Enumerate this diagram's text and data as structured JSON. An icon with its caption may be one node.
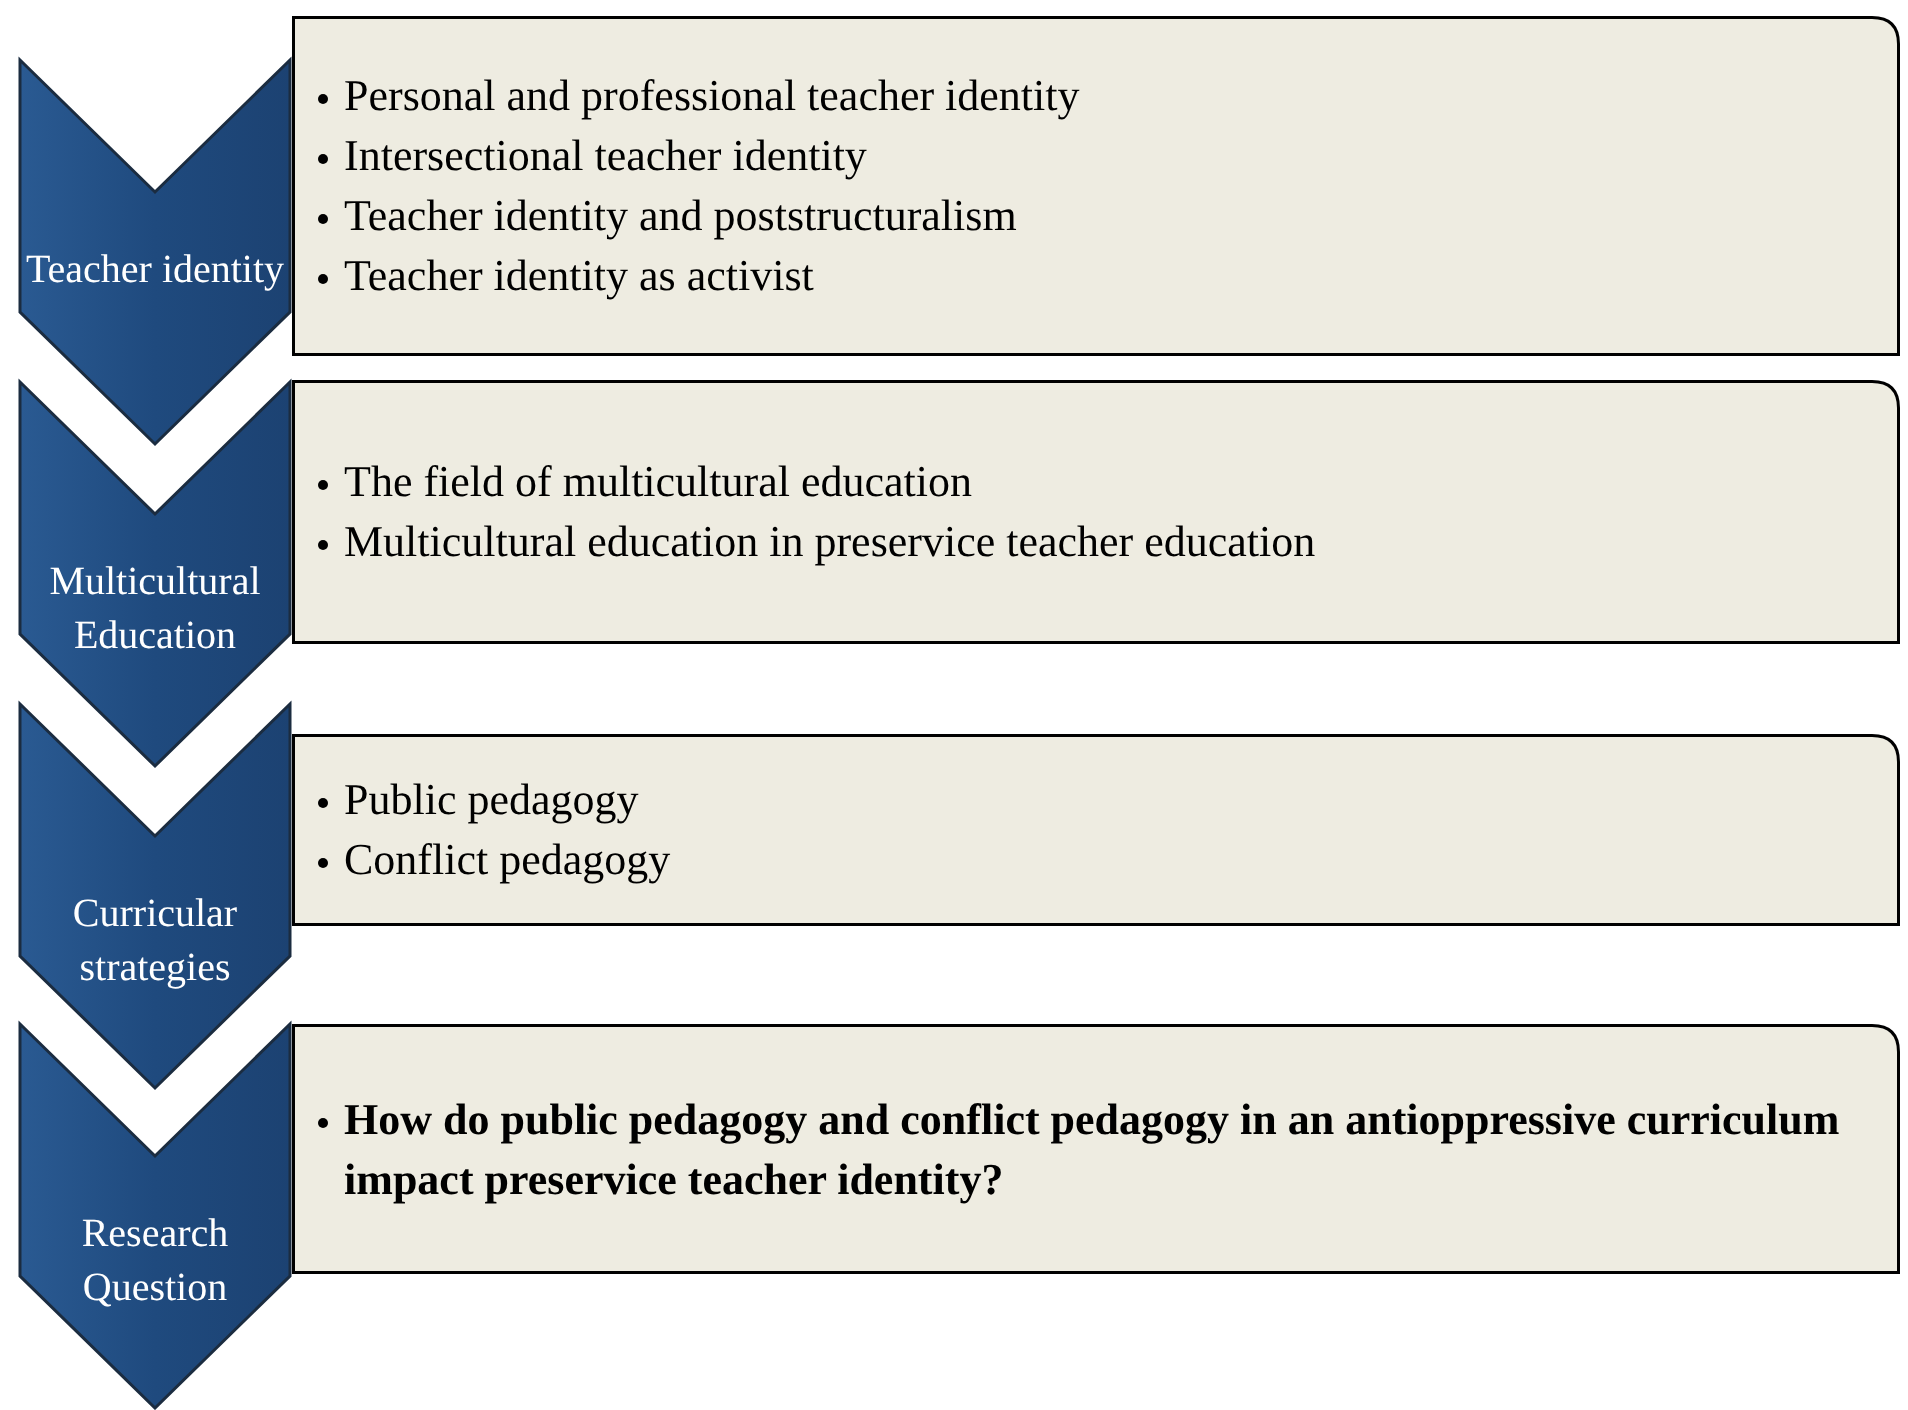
{
  "diagram": {
    "nodes": [
      {
        "text": [
          "Teacher identity"
        ]
      },
      {
        "text": [
          "Personal and professional teacher identity",
          "Intersectional teacher identity",
          "Teacher identity and poststructuralism",
          "Teacher identity as activist"
        ]
      },
      {
        "text": [
          "Multicultural Education"
        ]
      },
      {
        "text": [
          "The field of multicultural education",
          "Multicultural education in preservice teacher education"
        ]
      },
      {
        "text": [
          "Curricular strategies"
        ]
      },
      {
        "text": [
          "Public pedagogy",
          "Conflict pedagogy"
        ]
      },
      {
        "text": [
          "Research Question"
        ]
      },
      {
        "text": [
          "How do public pedagogy and conflict pedagogy in an antioppressive curriculum impact preservice teacher identity?"
        ]
      }
    ]
  }
}
